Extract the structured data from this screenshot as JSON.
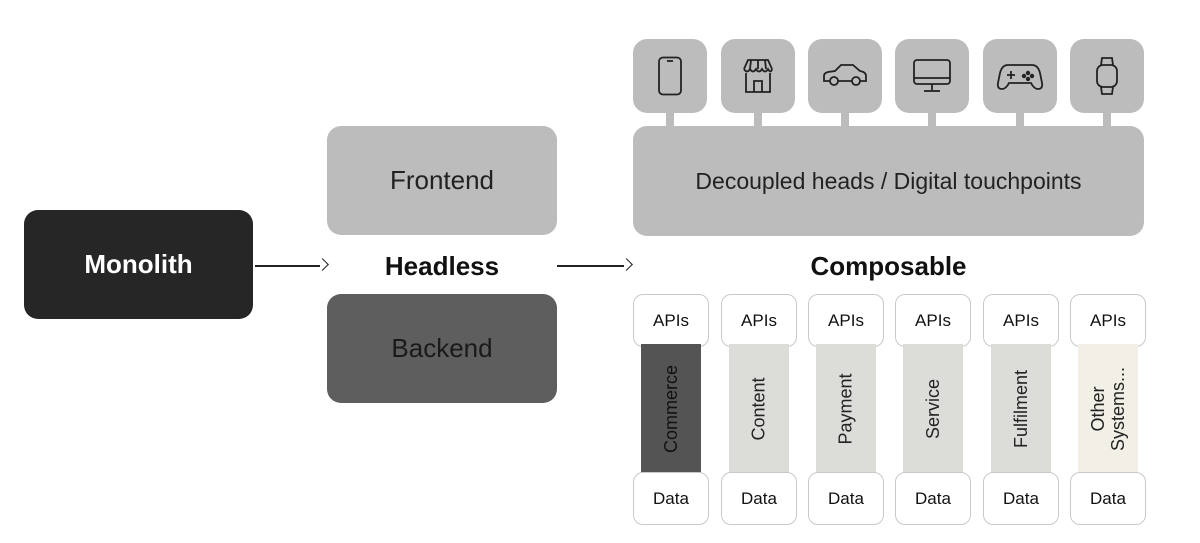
{
  "monolith": {
    "label": "Monolith"
  },
  "headless": {
    "label": "Headless",
    "frontend": "Frontend",
    "backend": "Backend"
  },
  "composable": {
    "label": "Composable",
    "heads_label": "Decoupled heads / Digital touchpoints",
    "devices": [
      "phone-icon",
      "storefront-icon",
      "car-icon",
      "monitor-icon",
      "gamepad-icon",
      "smartwatch-icon"
    ],
    "services": [
      {
        "name": "Commerce",
        "apis": "APIs",
        "data": "Data",
        "color": "#545454"
      },
      {
        "name": "Content",
        "apis": "APIs",
        "data": "Data",
        "color": "#dcdcd8"
      },
      {
        "name": "Payment",
        "apis": "APIs",
        "data": "Data",
        "color": "#dcdcd8"
      },
      {
        "name": "Service",
        "apis": "APIs",
        "data": "Data",
        "color": "#dcdcd8"
      },
      {
        "name": "Fulfilment",
        "apis": "APIs",
        "data": "Data",
        "color": "#dcdcd8"
      },
      {
        "name": "Other Systems...",
        "apis": "APIs",
        "data": "Data",
        "color": "#f1efe6"
      }
    ]
  }
}
